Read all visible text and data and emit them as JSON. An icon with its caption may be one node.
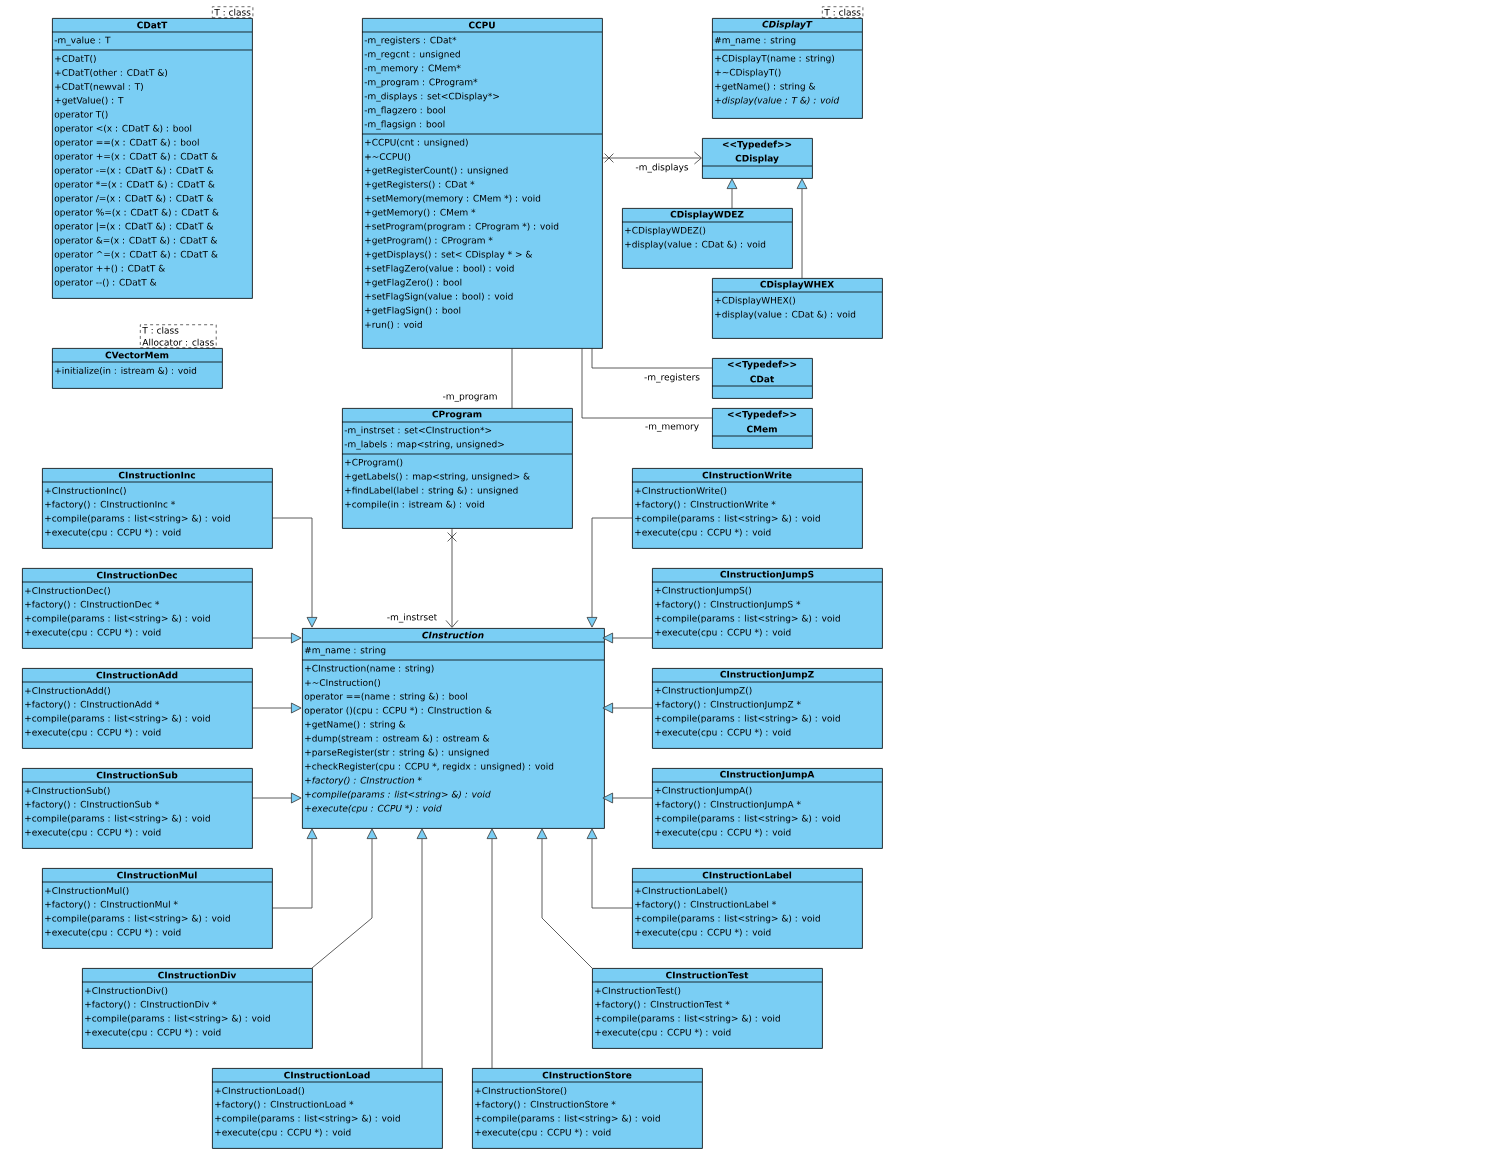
{
  "diagram": {
    "nodes": [
      {
        "text": [
          "CDatT",
          "-m_value : T",
          "+CDatT()",
          "+CDatT(other : CDatT &)",
          "+CDatT(newval : T)",
          "+getValue() : T",
          "operator T()",
          "operator <(x : CDatT &) : bool",
          "operator ==(x : CDatT &) : bool",
          "operator +=(x : CDatT &) : CDatT &",
          "operator -=(x : CDatT &) : CDatT &",
          "operator *=(x : CDatT &) : CDatT &",
          "operator /=(x : CDatT &) : CDatT &",
          "operator %=(x : CDatT &) : CDatT &",
          "operator |=(x : CDatT &) : CDatT &",
          "operator &=(x : CDatT &) : CDatT &",
          "operator ^=(x : CDatT &) : CDatT &",
          "operator ++() : CDatT &",
          "operator --() : CDatT &"
        ],
        "beside": [
          "T : class"
        ]
      },
      {
        "text": [
          "CCPU",
          "-m_registers : CDat*",
          "-m_regcnt : unsigned",
          "-m_memory : CMem*",
          "-m_program : CProgram*",
          "-m_displays : set<CDisplay*>",
          "-m_flagzero : bool",
          "-m_flagsign : bool",
          "+CCPU(cnt : unsigned)",
          "+~CCPU()",
          "+getRegisterCount() : unsigned",
          "+getRegisters() : CDat *",
          "+setMemory(memory : CMem *) : void",
          "+getMemory() : CMem *",
          "+setProgram(program : CProgram *) : void",
          "+getProgram() : CProgram *",
          "+getDisplays() : set< CDisplay * > &",
          "+setFlagZero(value : bool) : void",
          "+getFlagZero() : bool",
          "+setFlagSign(value : bool) : void",
          "+getFlagSign() : bool",
          "+run() : void"
        ]
      },
      {
        "text": [
          "CDisplayT",
          "#m_name : string",
          "+CDisplayT(name : string)",
          "+~CDisplayT()",
          "+getName() : string &",
          "+display(value : T &) : void"
        ],
        "beside": [
          "T : class"
        ]
      },
      {
        "text": [
          "<<Typedef>>",
          "CDisplay"
        ]
      },
      {
        "text": [
          "CDisplayWDEZ",
          "+CDisplayWDEZ()",
          "+display(value : CDat &) : void"
        ]
      },
      {
        "text": [
          "CDisplayWHEX",
          "+CDisplayWHEX()",
          "+display(value : CDat &) : void"
        ]
      },
      {
        "text": [
          "CVectorMem",
          "+initialize(in : istream &) : void"
        ],
        "beside": [
          "T : class",
          "Allocator : class"
        ]
      },
      {
        "text": [
          "<<Typedef>>",
          "CDat"
        ]
      },
      {
        "text": [
          "CProgram",
          "-m_instrset : set<CInstruction*>",
          "-m_labels : map<string, unsigned>",
          "+CProgram()",
          "+getLabels() : map<string, unsigned> &",
          "+findLabel(label : string &) : unsigned",
          "+compile(in : istream &) : void"
        ]
      },
      {
        "text": [
          "<<Typedef>>",
          "CMem"
        ]
      },
      {
        "text": [
          "CInstructionInc",
          "+CInstructionInc()",
          "+factory() : CInstructionInc *",
          "+compile(params : list<string> &) : void",
          "+execute(cpu : CCPU *) : void"
        ]
      },
      {
        "text": [
          "CInstructionWrite",
          "+CInstructionWrite()",
          "+factory() : CInstructionWrite *",
          "+compile(params : list<string> &) : void",
          "+execute(cpu : CCPU *) : void"
        ]
      },
      {
        "text": [
          "CInstructionDec",
          "+CInstructionDec()",
          "+factory() : CInstructionDec *",
          "+compile(params : list<string> &) : void",
          "+execute(cpu : CCPU *) : void"
        ]
      },
      {
        "text": [
          "CInstructionJumpS",
          "+CInstructionJumpS()",
          "+factory() : CInstructionJumpS *",
          "+compile(params : list<string> &) : void",
          "+execute(cpu : CCPU *) : void"
        ]
      },
      {
        "text": [
          "CInstruction",
          "#m_name : string",
          "+CInstruction(name : string)",
          "+~CInstruction()",
          "operator ==(name : string &) : bool",
          "operator ()(cpu : CCPU *) : CInstruction &",
          "+getName() : string &",
          "+dump(stream : ostream &) : ostream &",
          "+parseRegister(str : string &) : unsigned",
          "+checkRegister(cpu : CCPU *, regidx : unsigned) : void",
          "+factory() : CInstruction *",
          "+compile(params : list<string> &) : void",
          "+execute(cpu : CCPU *) : void"
        ]
      },
      {
        "text": [
          "CInstructionAdd",
          "+CInstructionAdd()",
          "+factory() : CInstructionAdd *",
          "+compile(params : list<string> &) : void",
          "+execute(cpu : CCPU *) : void"
        ]
      },
      {
        "text": [
          "CInstructionJumpZ",
          "+CInstructionJumpZ()",
          "+factory() : CInstructionJumpZ *",
          "+compile(params : list<string> &) : void",
          "+execute(cpu : CCPU *) : void"
        ]
      },
      {
        "text": [
          "CInstructionSub",
          "+CInstructionSub()",
          "+factory() : CInstructionSub *",
          "+compile(params : list<string> &) : void",
          "+execute(cpu : CCPU *) : void"
        ]
      },
      {
        "text": [
          "CInstructionJumpA",
          "+CInstructionJumpA()",
          "+factory() : CInstructionJumpA *",
          "+compile(params : list<string> &) : void",
          "+execute(cpu : CCPU *) : void"
        ]
      },
      {
        "text": [
          "CInstructionMul",
          "+CInstructionMul()",
          "+factory() : CInstructionMul *",
          "+compile(params : list<string> &) : void",
          "+execute(cpu : CCPU *) : void"
        ]
      },
      {
        "text": [
          "CInstructionLabel",
          "+CInstructionLabel()",
          "+factory() : CInstructionLabel *",
          "+compile(params : list<string> &) : void",
          "+execute(cpu : CCPU *) : void"
        ]
      },
      {
        "text": [
          "CInstructionDiv",
          "+CInstructionDiv()",
          "+factory() : CInstructionDiv *",
          "+compile(params : list<string> &) : void",
          "+execute(cpu : CCPU *) : void"
        ]
      },
      {
        "text": [
          "CInstructionTest",
          "+CInstructionTest()",
          "+factory() : CInstructionTest *",
          "+compile(params : list<string> &) : void",
          "+execute(cpu : CCPU *) : void"
        ]
      },
      {
        "text": [
          "CInstructionLoad",
          "+CInstructionLoad()",
          "+factory() : CInstructionLoad *",
          "+compile(params : list<string> &) : void",
          "+execute(cpu : CCPU *) : void"
        ]
      },
      {
        "text": [
          "CInstructionStore",
          "+CInstructionStore()",
          "+factory() : CInstructionStore *",
          "+compile(params : list<string> &) : void",
          "+execute(cpu : CCPU *) : void"
        ]
      }
    ],
    "edges": [
      {
        "from": 1,
        "to": 3,
        "arrow": "to",
        "label": "-m_displays"
      },
      {
        "from": 1,
        "to": 8,
        "arrow": "none",
        "label": "-m_program"
      },
      {
        "from": 1,
        "to": 7,
        "arrow": "none",
        "label": "-m_registers"
      },
      {
        "from": 1,
        "to": 9,
        "arrow": "none",
        "label": "-m_memory"
      },
      {
        "from": 4,
        "to": 3,
        "arrow": "to"
      },
      {
        "from": 5,
        "to": 3,
        "arrow": "to"
      },
      {
        "from": 8,
        "to": 14,
        "arrow": "to",
        "label": "-m_instrset"
      },
      {
        "from": 10,
        "to": 14,
        "arrow": "to"
      },
      {
        "from": 11,
        "to": 14,
        "arrow": "to"
      },
      {
        "from": 12,
        "to": 14,
        "arrow": "to"
      },
      {
        "from": 13,
        "to": 14,
        "arrow": "to"
      },
      {
        "from": 15,
        "to": 14,
        "arrow": "to"
      },
      {
        "from": 16,
        "to": 14,
        "arrow": "to"
      },
      {
        "from": 17,
        "to": 14,
        "arrow": "to"
      },
      {
        "from": 18,
        "to": 14,
        "arrow": "to"
      },
      {
        "from": 19,
        "to": 14,
        "arrow": "to"
      },
      {
        "from": 20,
        "to": 14,
        "arrow": "to"
      },
      {
        "from": 21,
        "to": 14,
        "arrow": "to"
      },
      {
        "from": 22,
        "to": 14,
        "arrow": "to"
      },
      {
        "from": 23,
        "to": 14,
        "arrow": "to"
      },
      {
        "from": 24,
        "to": 14,
        "arrow": "to"
      }
    ]
  }
}
